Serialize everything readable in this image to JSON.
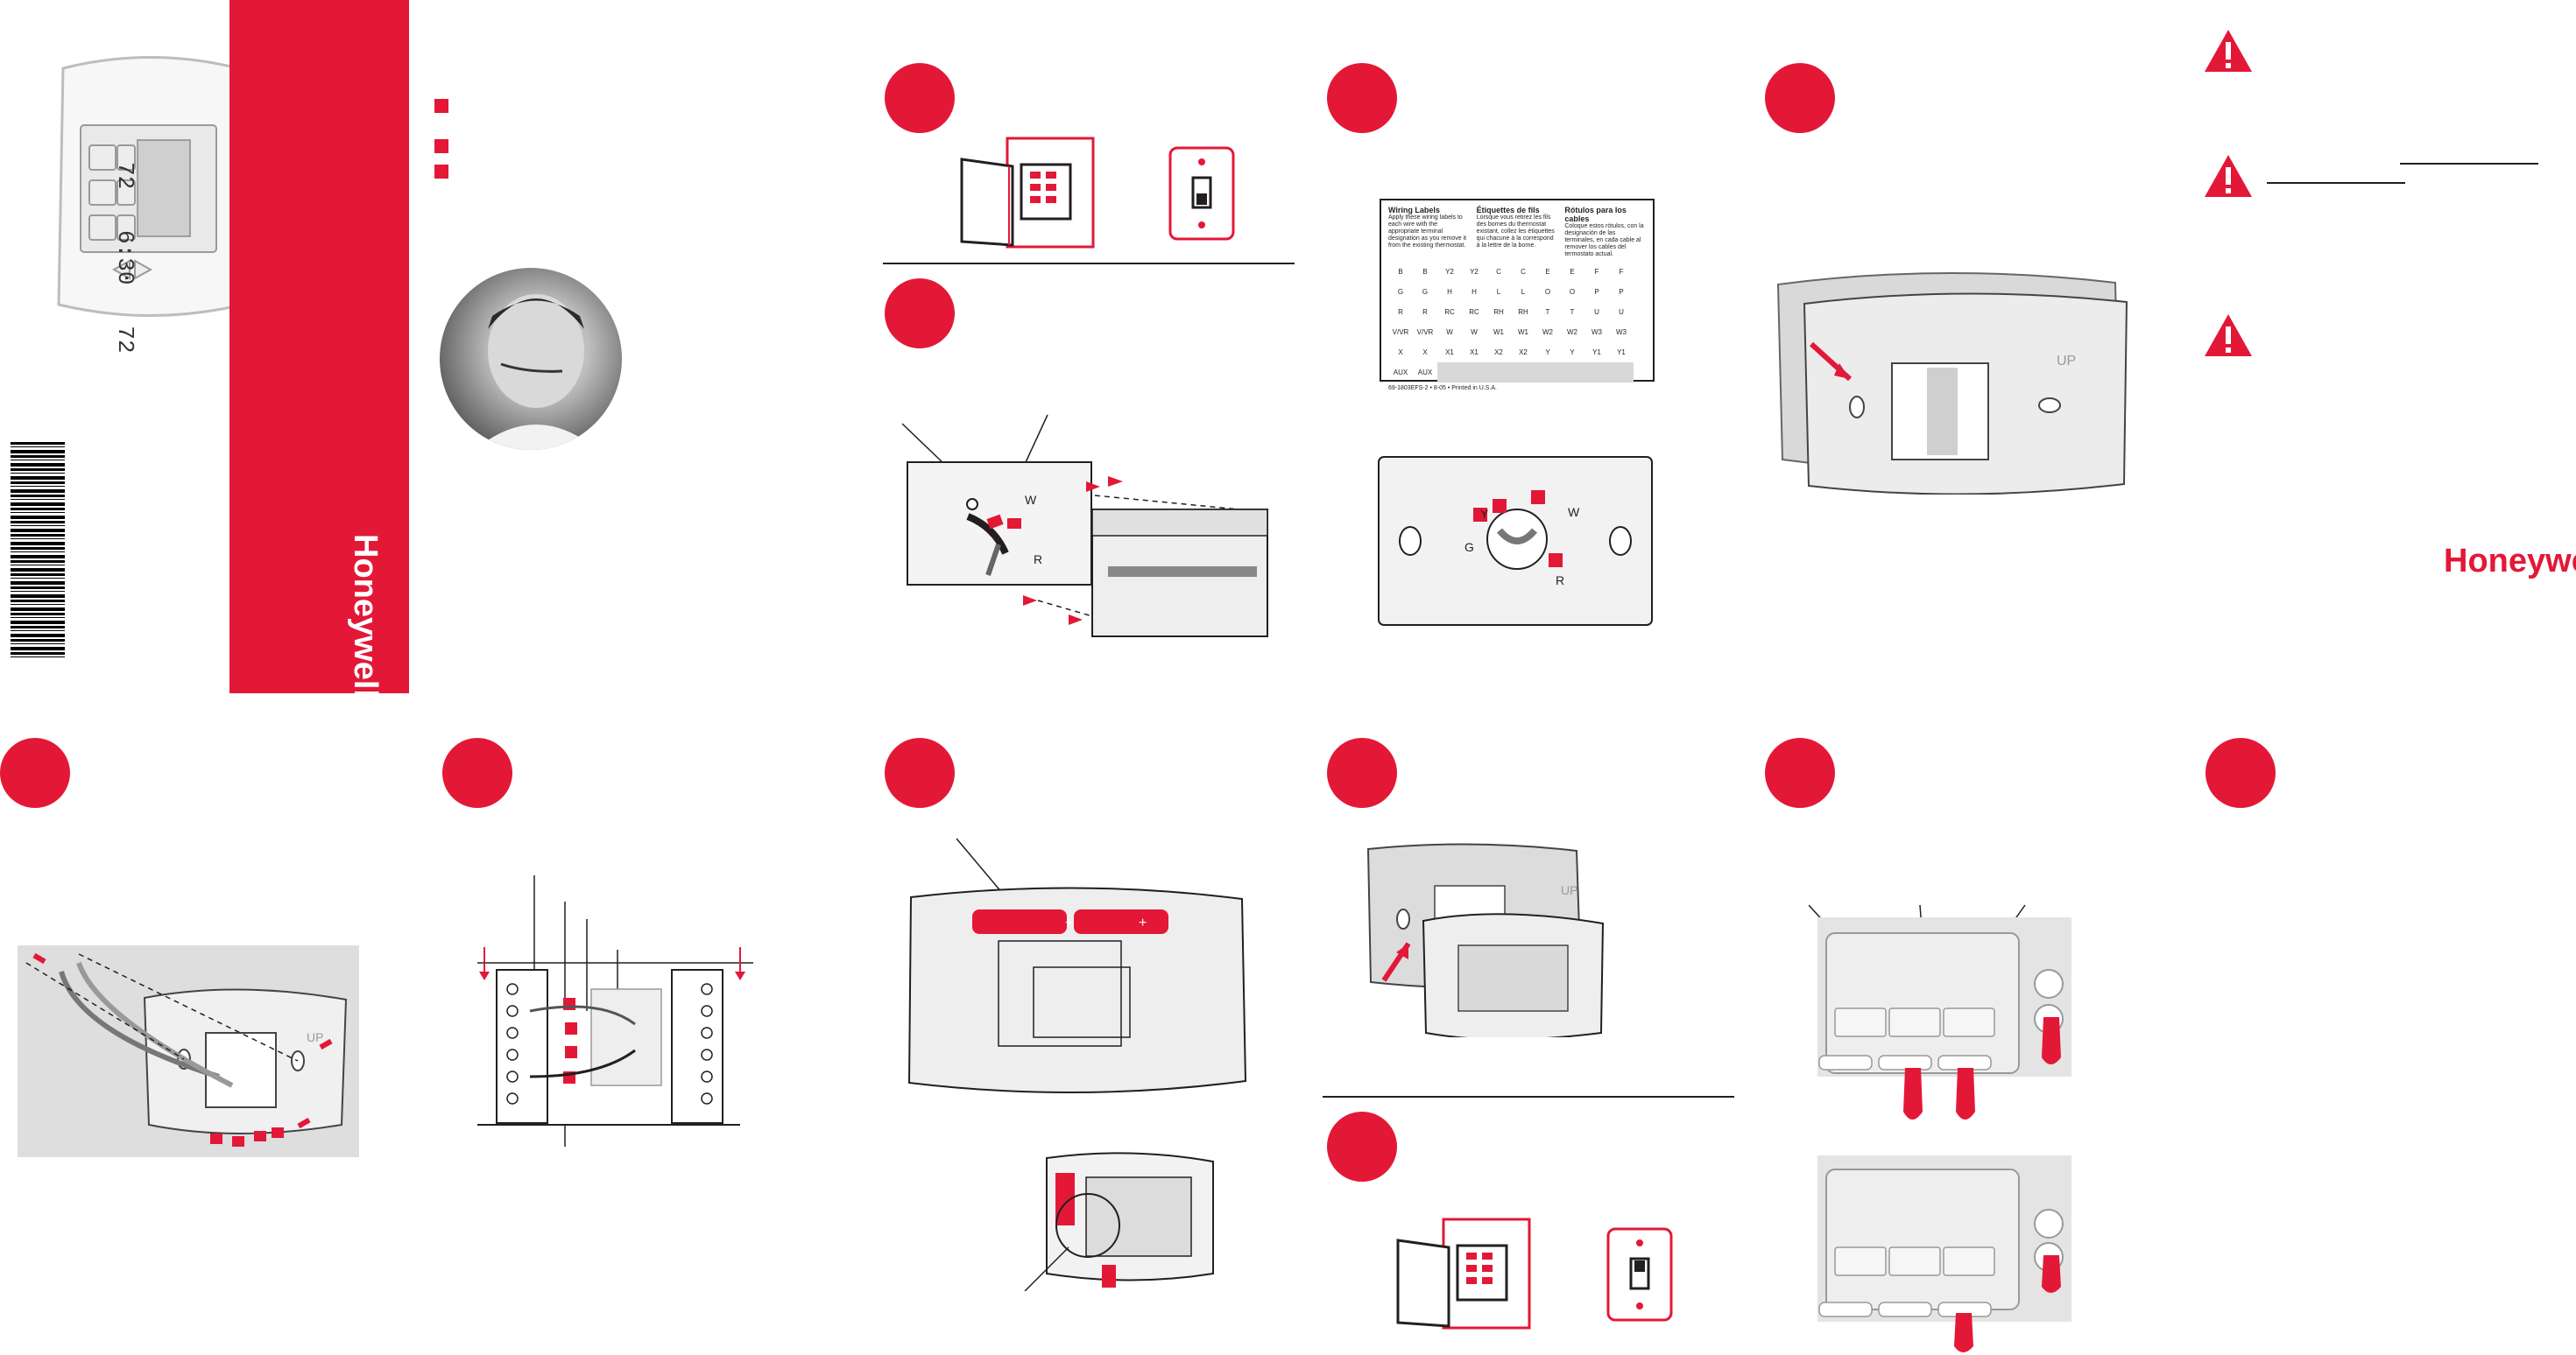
{
  "brand": {
    "logo_text": "Honeywell",
    "red": "#e31837",
    "dark": "#231f20"
  },
  "cover": {
    "panel_logo": "Honeywell",
    "bullets": [
      "",
      "",
      ""
    ],
    "thermostat_display": {
      "temp": "72",
      "time": "6:30",
      "setpoint": "72",
      "button_labels": [
        "",
        "",
        "",
        "",
        "",
        ""
      ]
    }
  },
  "steps": {
    "p2_top": "",
    "p2_mid": "",
    "p3_top": "",
    "p4_top": "",
    "b1": "",
    "b2": "",
    "b3": "",
    "b4": "",
    "b4_lower": "",
    "b5": "",
    "b6": ""
  },
  "wiring_card": {
    "col_headers": [
      "Wiring Labels",
      "Étiquettes de fils",
      "Rótulos para los cables"
    ],
    "col_paragraphs": [
      "Apply these wiring labels to each wire with the appropriate terminal designation as you remove it from the existing thermostat.",
      "Lorsque vous retirez les fils des bornes du thermostat existant, collez les étiquettes qui chacune à la correspond à la lettre de la borne.",
      "Coloque estos rótulos, con la designación de las terminales, en cada cable al remover los cables del termostato actual."
    ],
    "rows": [
      [
        "B",
        "B",
        "Y2",
        "Y2",
        "C",
        "C",
        "E",
        "E",
        "F",
        "F"
      ],
      [
        "G",
        "G",
        "H",
        "H",
        "L",
        "L",
        "O",
        "O",
        "P",
        "P"
      ],
      [
        "R",
        "R",
        "RC",
        "RC",
        "RH",
        "RH",
        "T",
        "T",
        "U",
        "U"
      ],
      [
        "V/VR",
        "V/VR",
        "W",
        "W",
        "W1",
        "W1",
        "W2",
        "W2",
        "W3",
        "W3"
      ],
      [
        "X",
        "X",
        "X1",
        "X1",
        "X2",
        "X2",
        "Y",
        "Y",
        "Y1",
        "Y1"
      ],
      [
        "AUX",
        "AUX",
        "",
        "",
        "",
        "",
        "",
        "",
        "",
        ""
      ]
    ],
    "footer": "69-1803EFS-2  •  8-05  •  Printed in U.S.A."
  },
  "wallplate_labels": {
    "y": "Y",
    "w": "W",
    "g": "G",
    "r": "R"
  },
  "up_label": "UP",
  "battery_plus": "+",
  "mount_labels": {
    "up": "UP"
  }
}
